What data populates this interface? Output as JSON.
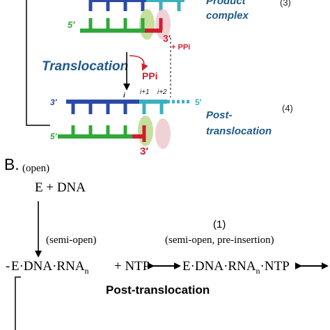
{
  "panel_a": {
    "product_complex_line1": "Product",
    "product_complex_line2": "complex",
    "step_3": "(3)",
    "top_five_prime": "5′",
    "product_three_prime": "3′",
    "product_ppi": "+ PPi",
    "translocation_label": "Translocation",
    "released_ppi": "PPi",
    "pos_i": "i",
    "pos_i1": "i+1",
    "pos_i2": "i+2",
    "post_three_prime_left": "3′",
    "post_five_prime_right": "5′",
    "post_five_prime_left": "5′",
    "post_three_prime_bottom": "3′",
    "post_translocation_line1": "Post-",
    "post_translocation_line2": "translocation",
    "step_4": "(4)",
    "colors": {
      "template_blue": "#2b4aa8",
      "template_teal": "#3ab0c0",
      "primer_green": "#2fa83a",
      "label_blue": "#1f5a8a",
      "red": "#d01e2e",
      "site_green": "#bcd98c",
      "site_pink": "#edc9cf"
    }
  },
  "panel_b": {
    "label": "B.",
    "open_state": "(open)",
    "e_plus_dna": "E + DNA",
    "semi_open": "(semi-open)",
    "step_1": "(1)",
    "semi_open_pre_insertion": "(semi-open, pre-insertion)",
    "complex_1": "E·DNA·RNA",
    "complex_1_sub": "n",
    "plus_ntp": "+ NTP",
    "complex_2": "E·DNA·RNA",
    "complex_2_sub": "n",
    "complex_2_ntp": "·NTP",
    "post_translocation": "Post-translocation"
  }
}
